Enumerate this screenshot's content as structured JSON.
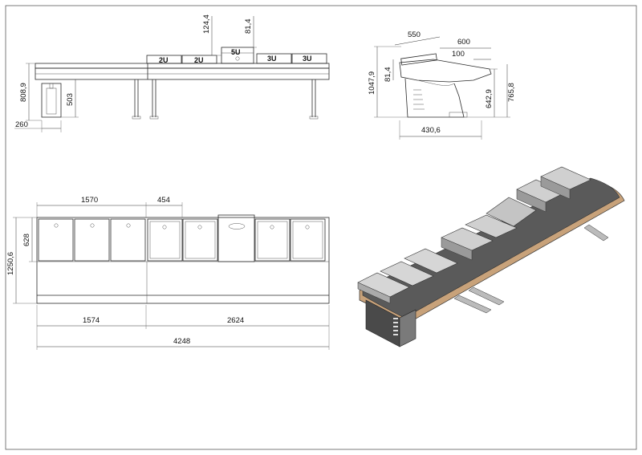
{
  "front_view": {
    "unit_labels": [
      "2U",
      "2U",
      "5U",
      "3U",
      "3U"
    ],
    "dims": {
      "height_total": "808,9",
      "pedestal_height": "503",
      "pedestal_width": "260",
      "rack_rise_left": "124,4",
      "rack_rise_right": "81,4"
    }
  },
  "side_view": {
    "dims": {
      "depth_top": "550",
      "reach": "600",
      "lip": "100",
      "height_total": "1047,9",
      "rack_height": "81,4",
      "desk_height": "642,9",
      "surface_height": "765,8",
      "base_depth": "430,6"
    }
  },
  "top_view": {
    "dims": {
      "left_segment_top": "1570",
      "module_width": "454",
      "depth_total": "1250,6",
      "module_depth": "628",
      "left_segment_bottom": "1574",
      "right_segment": "2624",
      "overall_length": "4248"
    }
  },
  "colors": {
    "line": "#2a2a2a",
    "panel_grey": "#c9c9c9",
    "desk_surface": "#5a5a5a",
    "wood_edge": "#c8a27a"
  }
}
